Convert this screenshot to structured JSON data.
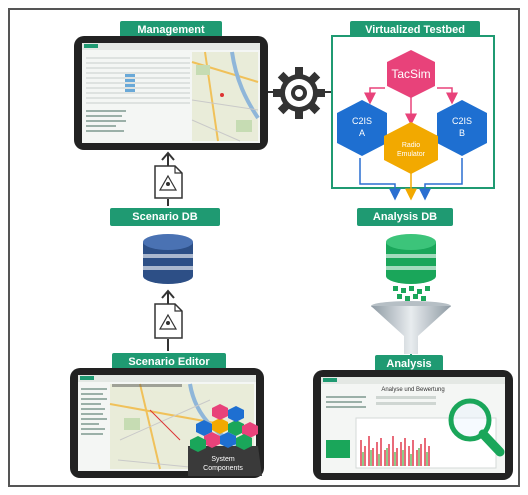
{
  "labels": {
    "management": "Management",
    "virtualized_testbed": "Virtualized Testbed",
    "scenario_db": "Scenario DB",
    "analysis_db": "Analysis DB",
    "scenario_editor": "Scenario Editor",
    "analysis": "Analysis"
  },
  "testbed_nodes": {
    "tacsim": "TacSim",
    "c2is_a_line1": "C2IS",
    "c2is_a_line2": "A",
    "c2is_b_line1": "C2IS",
    "c2is_b_line2": "B",
    "radio_line1": "Radio",
    "radio_line2": "Emulator"
  },
  "system_components": {
    "line1": "System",
    "line2": "Components"
  },
  "analysis_screen": {
    "title": "Analyse und Bewertung"
  },
  "colors": {
    "accent": "#1f9a72",
    "tacsim": "#e8427a",
    "c2is": "#1e6fd1",
    "radio": "#f2a900",
    "db_blue": "#2d4f86",
    "db_green": "#1aa65a",
    "testbed_border": "#1f9a72"
  }
}
